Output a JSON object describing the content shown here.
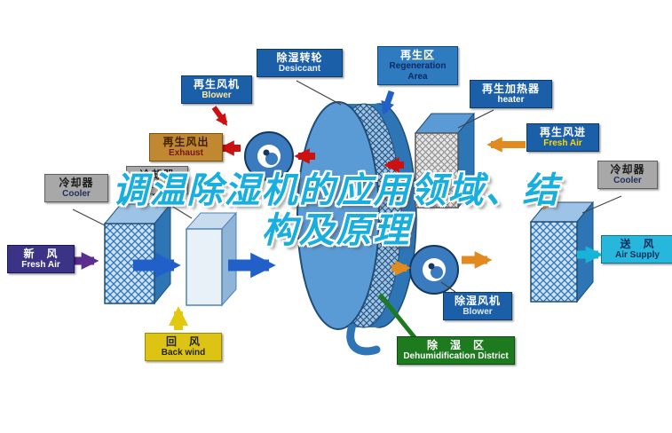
{
  "title": {
    "line1": "调温除湿机的应用领域、结",
    "line2": "构及原理"
  },
  "labels": {
    "desiccant": {
      "zh": "除湿转轮",
      "en": "Desiccant"
    },
    "regeneration_area": {
      "zh": "再生区",
      "en": "Regeneration Area"
    },
    "regen_blower": {
      "zh": "再生风机",
      "en": "Blower"
    },
    "regen_heater": {
      "zh": "再生加热器",
      "en": "heater"
    },
    "exhaust": {
      "zh": "再生风出",
      "en": "Exhaust"
    },
    "regen_fresh_air": {
      "zh": "再生风进",
      "en": "Fresh Air"
    },
    "cooler_left": {
      "zh": "冷却器",
      "en": "Cooler"
    },
    "cooler_mid": {
      "zh": "冷却器",
      "en": "Cooler"
    },
    "cooler_right": {
      "zh": "冷却器",
      "en": "Cooler"
    },
    "fresh_air": {
      "zh": "新　风",
      "en": "Fresh Air"
    },
    "air_supply": {
      "zh": "送　风",
      "en": "Air Supply"
    },
    "back_wind": {
      "zh": "回　风",
      "en": "Back wind"
    },
    "dehumid_blower": {
      "zh": "除湿风机",
      "en": "Blower"
    },
    "dehumid_district": {
      "zh": "除　湿　区",
      "en": "Dehumidification District"
    }
  },
  "colors": {
    "title": "#18aede",
    "label_blue": "#1b5fa8",
    "label_tan": "#c08830",
    "label_gray": "#a8a8a8",
    "label_purple": "#3b3486",
    "label_cyan": "#28b7dc",
    "label_yellow": "#ddc414",
    "label_green": "#1e7a1e",
    "arrow_red": "#cc1111",
    "arrow_blue": "#2060c8",
    "arrow_orange": "#e08a20",
    "arrow_purple": "#5b2d8e",
    "arrow_cyan": "#18b4d8",
    "arrow_yellow": "#e2c80f",
    "wheel_blue": "#5b9bd5"
  }
}
